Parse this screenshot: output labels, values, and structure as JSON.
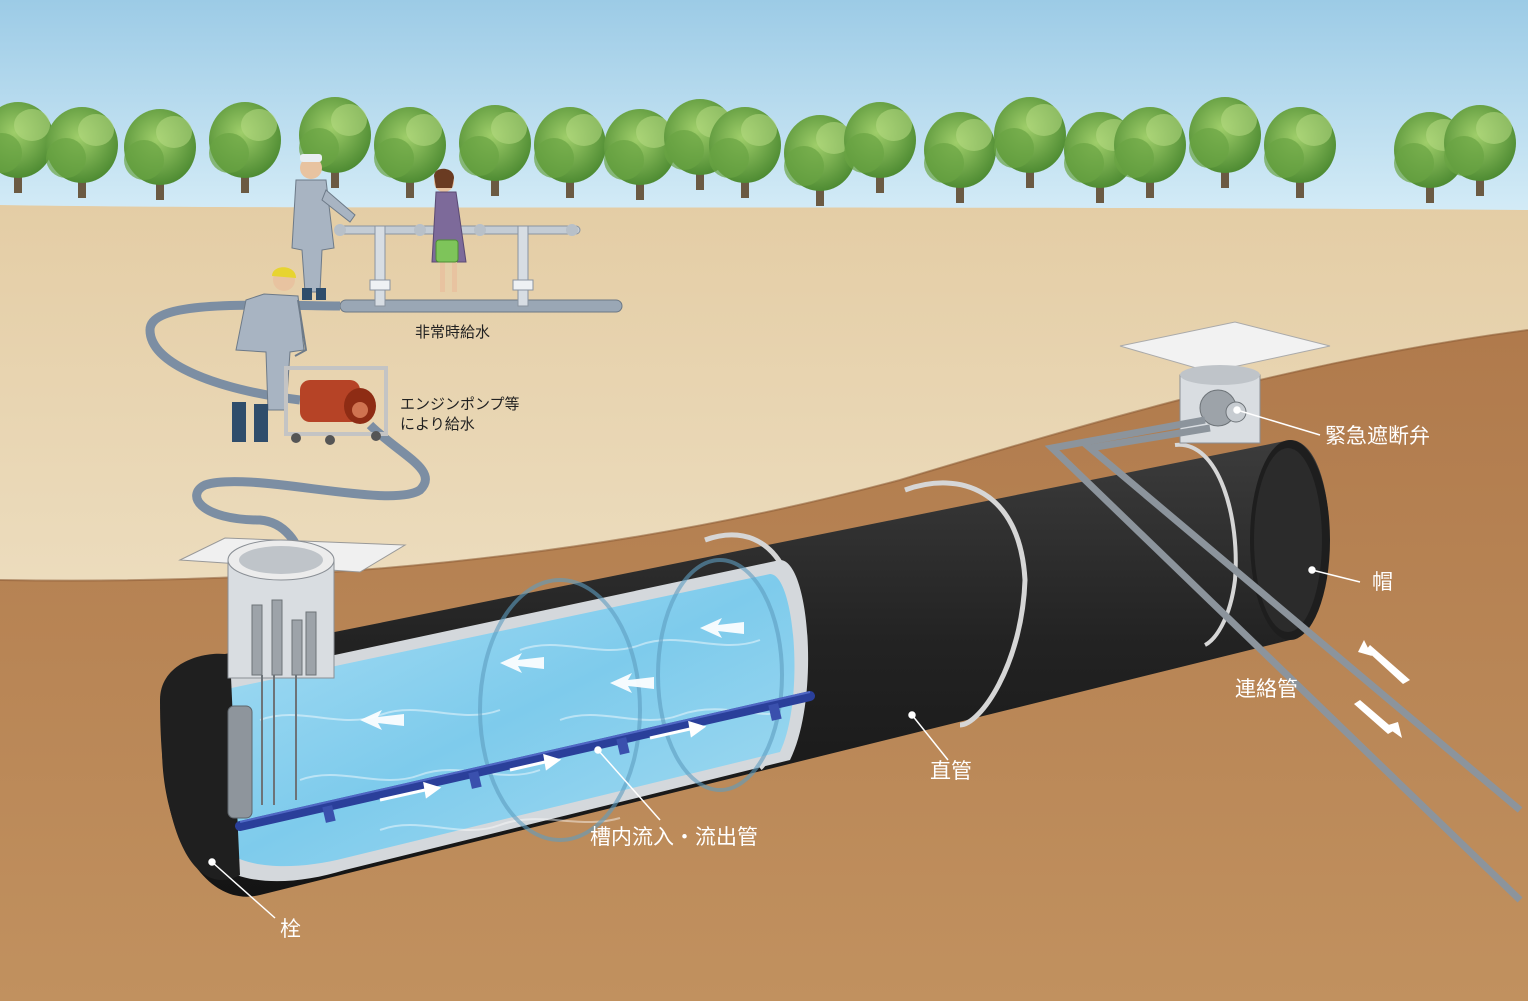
{
  "labels": {
    "emergency_supply": "非常時給水",
    "engine_pump_line1": "エンジンポンプ等",
    "engine_pump_line2": "により給水",
    "emergency_shutoff_valve": "緊急遮断弁",
    "cap": "帽",
    "connecting_pipe": "連絡管",
    "straight_pipe": "直管",
    "tank_inflow_outflow_pipe": "槽内流入・流出管",
    "plug": "栓"
  },
  "colors": {
    "sky": "#b7dcef",
    "sand": "#e8d3ad",
    "soil": "#b98457",
    "pipe_black": "#2a2a2a",
    "water": "#8fd1ee",
    "flow_pipe": "#2a3f9a",
    "label_text_on_soil": "#ffffff"
  },
  "icons": [
    "tree-icon",
    "worker-icon",
    "woman-icon",
    "engine-pump-icon",
    "manhole-icon",
    "flow-arrow-icon"
  ]
}
